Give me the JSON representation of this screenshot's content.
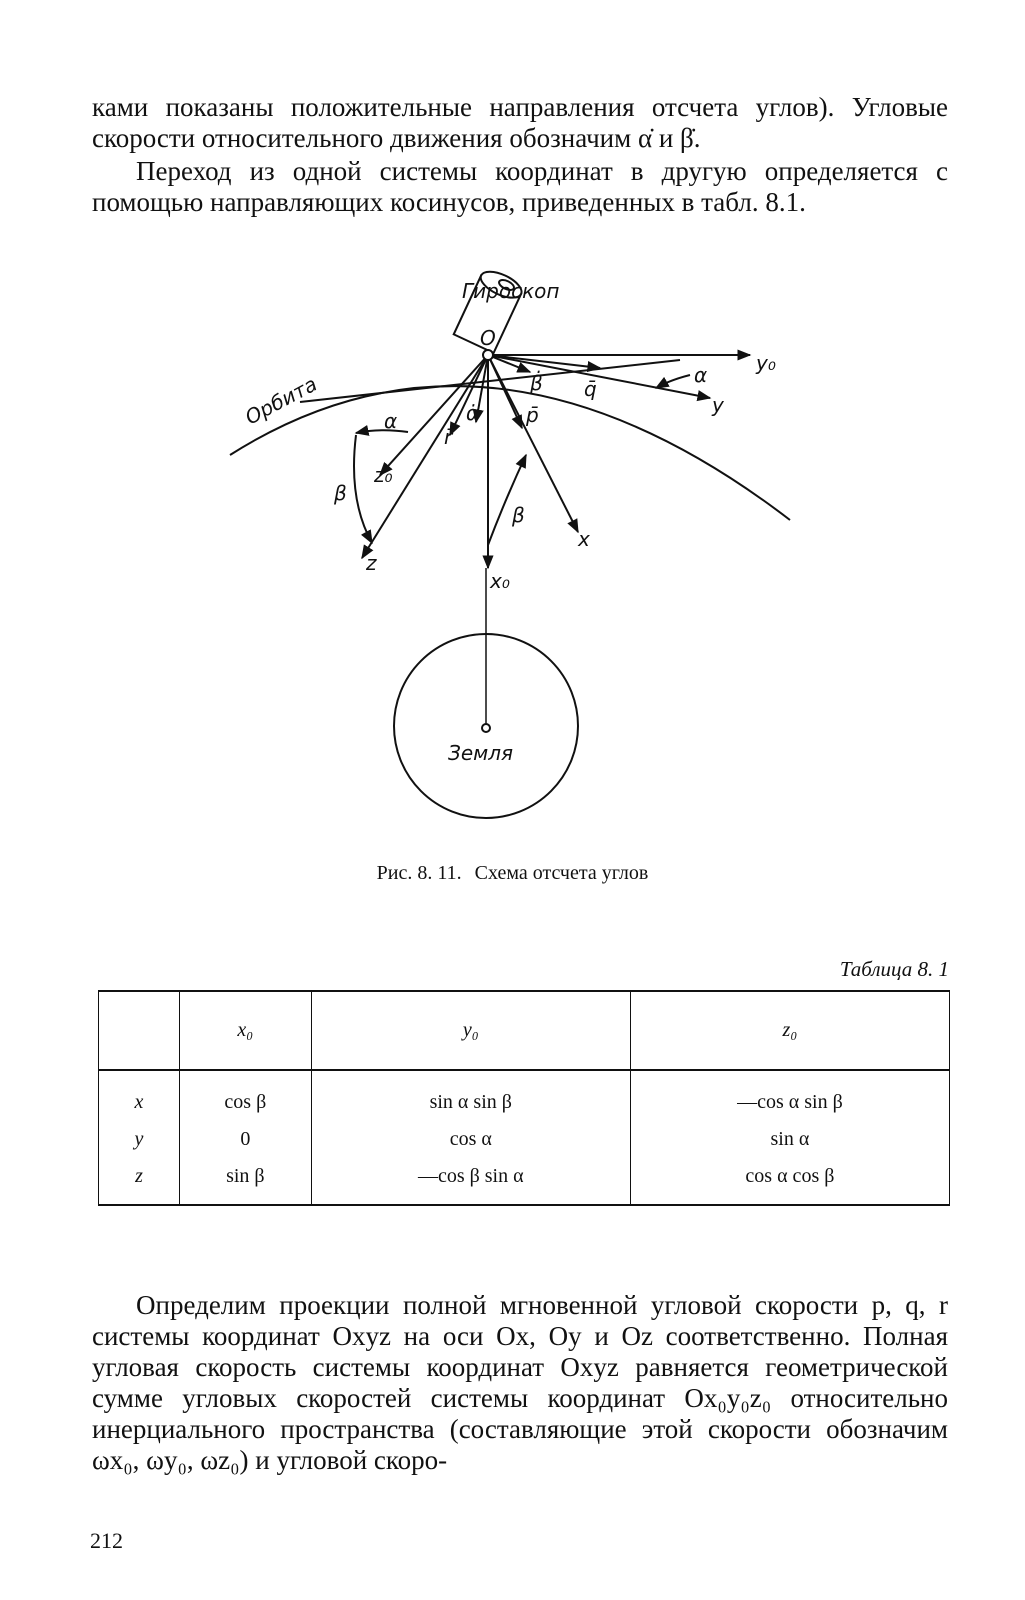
{
  "paragraphs": {
    "p1": "ками показаны положительные направления отсчета углов). Угловые скорости относительного движения обозначим α̇ и β̇.",
    "p2": "Переход из одной системы координат в другую определяется с помощью направляющих косинусов, приведенных в табл. 8.1.",
    "p3": "Определим проекции полной мгновенной угловой скорости p, q, r системы координат Oxyz на оси Ox, Oy и Oz соответственно. Полная угловая скорость системы координат Oxyz равняется геометрической сумме угловых скоростей системы координат Ox₀y₀z₀ относительно инерциального пространства (составляющие этой скорости обозначим ωx₀, ωy₀, ωz₀) и угловой скоро-"
  },
  "figure": {
    "labels": {
      "gyroscope": "Гироскоп",
      "orbit": "Орбита",
      "earth": "Земля",
      "origin": "O",
      "y0": "y₀",
      "y": "y",
      "x": "x",
      "x0": "x₀",
      "z": "z",
      "z0": "z₀",
      "alpha_top": "α",
      "alpha_left": "α",
      "alpha_dot": "α̇",
      "beta_left": "β",
      "beta_right": "β",
      "beta_dot": "β̇",
      "q_bar": "q̄",
      "p_bar": "p̄",
      "r_bar": "r̄"
    },
    "caption_number": "Рис. 8. 11.",
    "caption_text": "Схема отсчета углов"
  },
  "table": {
    "title": "Таблица 8. 1",
    "headers": [
      "",
      "x₀",
      "y₀",
      "z₀"
    ],
    "rows": [
      [
        "x",
        "cos β",
        "sin α sin β",
        "—cos α sin β"
      ],
      [
        "y",
        "0",
        "cos α",
        "sin α"
      ],
      [
        "z",
        "sin β",
        "—cos β sin α",
        "cos α cos β"
      ]
    ]
  },
  "page_number": "212"
}
